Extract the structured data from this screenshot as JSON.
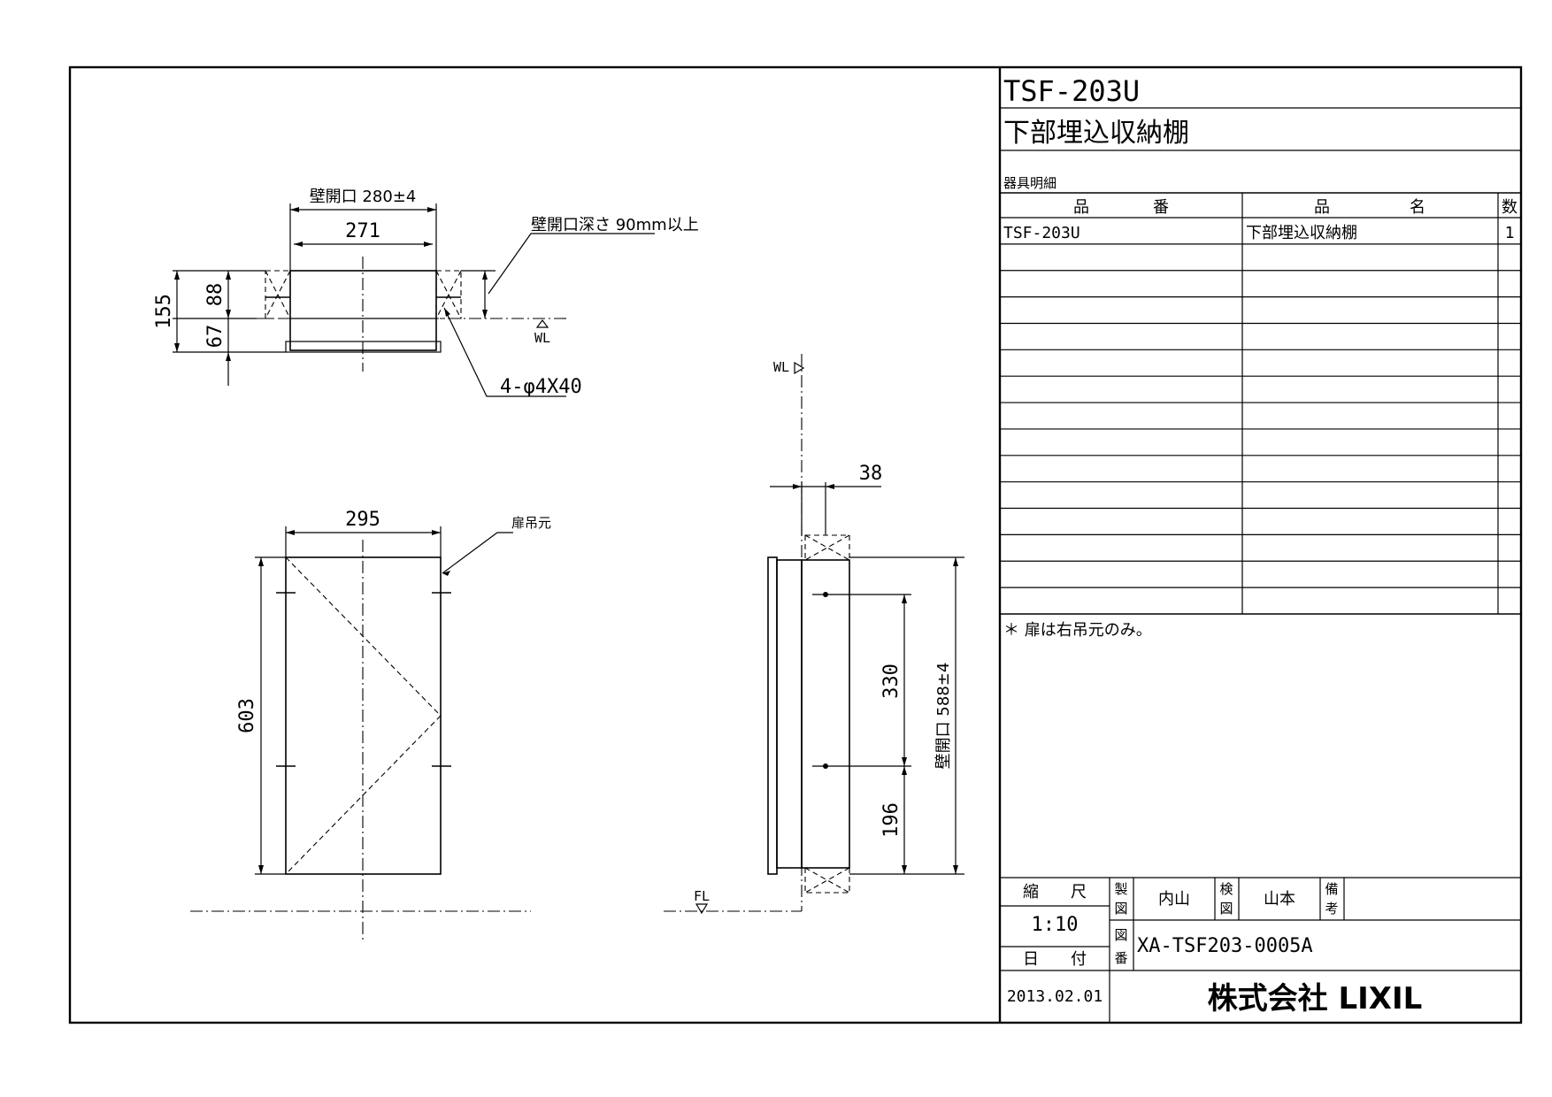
{
  "title_block": {
    "model": "TSF-203U",
    "product_name": "下部埋込収納棚",
    "parts_caption": "器具明細",
    "col_part_no": "品　　　　番",
    "col_part_name": "品　　　　　名",
    "col_qty": "数",
    "rows": [
      {
        "part_no": "TSF-203U",
        "name": "下部埋込収納棚",
        "qty": "1"
      },
      {
        "part_no": "",
        "name": "",
        "qty": ""
      },
      {
        "part_no": "",
        "name": "",
        "qty": ""
      },
      {
        "part_no": "",
        "name": "",
        "qty": ""
      },
      {
        "part_no": "",
        "name": "",
        "qty": ""
      },
      {
        "part_no": "",
        "name": "",
        "qty": ""
      },
      {
        "part_no": "",
        "name": "",
        "qty": ""
      },
      {
        "part_no": "",
        "name": "",
        "qty": ""
      },
      {
        "part_no": "",
        "name": "",
        "qty": ""
      },
      {
        "part_no": "",
        "name": "",
        "qty": ""
      },
      {
        "part_no": "",
        "name": "",
        "qty": ""
      },
      {
        "part_no": "",
        "name": "",
        "qty": ""
      },
      {
        "part_no": "",
        "name": "",
        "qty": ""
      },
      {
        "part_no": "",
        "name": "",
        "qty": ""
      },
      {
        "part_no": "",
        "name": "",
        "qty": ""
      }
    ],
    "note": "＊ 扉は右吊元のみ。",
    "scale_label": "縮　　尺",
    "scale": "1:10",
    "date_label": "日　　付",
    "date": "2013.02.01",
    "drawn_label_1": "製",
    "drawn_label_2": "図",
    "drawn_by": "内山",
    "checked_label_1": "検",
    "checked_label_2": "図",
    "checked_by": "山本",
    "remarks_label_1": "備",
    "remarks_label_2": "考",
    "drawing_no_label_1": "図",
    "drawing_no_label_2": "番",
    "drawing_no": "XA-TSF203-0005A",
    "company": "株式会社 LIXIL"
  },
  "dimensions": {
    "wall_opening_width": "壁開口 280±4",
    "body_width": "271",
    "wall_depth_note": "壁開口深さ 90mm以上",
    "height_155": "155",
    "height_88": "88",
    "height_67": "67",
    "screws": "4-φ4X40",
    "wl": "WL",
    "front_width": "295",
    "hinge_side": "扉吊元",
    "front_height": "603",
    "side_depth": "38",
    "side_330": "330",
    "side_196": "196",
    "wall_opening_height": "壁開口 588±4",
    "fl": "FL"
  }
}
